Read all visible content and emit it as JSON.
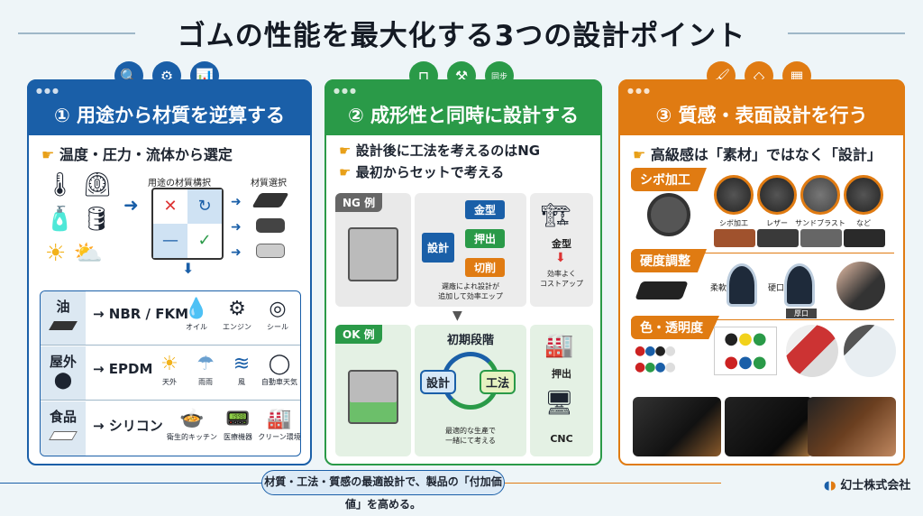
{
  "title": "ゴムの性能を最大化する3つの設計ポイント",
  "panels": [
    {
      "title": "① 用途から材質を逆算する",
      "color": "#1a5fa8",
      "icons": [
        "search-icon",
        "gears-icon",
        "chart-icon"
      ],
      "subtitle": "温度・圧力・流体から選定",
      "matrix_label": "用途の材質構択",
      "selection_label": "材質選択",
      "rows": [
        {
          "key": "油",
          "value": "→ NBR / FKM",
          "icons": [
            "オイル",
            "エンジン",
            "シール"
          ]
        },
        {
          "key": "屋外",
          "value": "→ EPDM",
          "icons": [
            "天外",
            "雨雨",
            "風",
            "自動車天気"
          ]
        },
        {
          "key": "食品",
          "value": "→ シリコン",
          "icons": [
            "衛生的キッチン",
            "医療機器",
            "クリーン環境"
          ]
        }
      ]
    },
    {
      "title": "② 成形性と同時に設計する",
      "color": "#2a9a48",
      "icons": [
        "mold-icon",
        "machine-icon",
        "sync-icon"
      ],
      "sync_label": "同步",
      "subtitle1": "設計後に工法を考えるのはNG",
      "subtitle2": "最初からセットで考える",
      "ng": {
        "tag": "NG 例",
        "design": "設計",
        "branches": [
          "金型",
          "押出",
          "切削"
        ],
        "caption": "遲廠によれ設計が\n追加して効率エップ",
        "result": "金型",
        "result_caption": "効率よく\nコストアップ"
      },
      "ok": {
        "tag": "OK 例",
        "stage": "初期段階",
        "design": "設計",
        "method": "工法",
        "caption": "最適的な生產で\n一緒にて考える",
        "outputs": [
          "押出",
          "CNC"
        ]
      }
    },
    {
      "title": "③ 質感・表面設計を行う",
      "color": "#e07b12",
      "icons": [
        "brush-icon",
        "diamond-icon",
        "surface-icon"
      ],
      "subtitle": "高級感は「素材」ではなく「設計」",
      "texture": {
        "tag": "シボ加工",
        "labels": [
          "シボ加工",
          "レザー",
          "サンドブラスト",
          "など"
        ]
      },
      "hardness": {
        "tag": "硬度調整",
        "soft": "柔軟",
        "hard": "硬口",
        "base": "厚口"
      },
      "color_section": {
        "tag": "色・透明度"
      }
    }
  ],
  "footer": {
    "message": "材質・工法・質感の最適設計で、製品の「付加価値」を高める。",
    "company": "幻士株式会社"
  }
}
